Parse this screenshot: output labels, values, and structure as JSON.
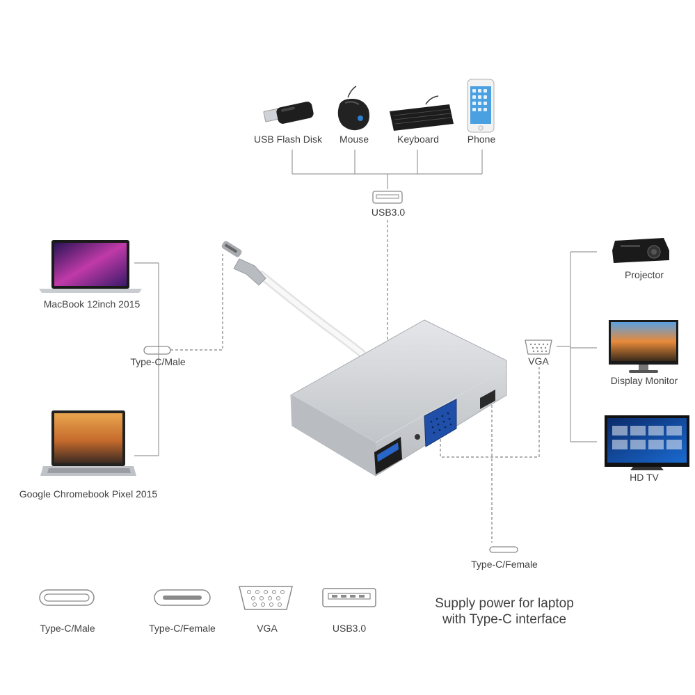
{
  "usb_devices": {
    "flash_disk": "USB Flash Disk",
    "mouse": "Mouse",
    "keyboard": "Keyboard",
    "phone": "Phone"
  },
  "ports": {
    "usb3": "USB3.0",
    "type_c_male": "Type-C/Male",
    "vga": "VGA",
    "type_c_female": "Type-C/Female"
  },
  "laptops": {
    "macbook": "MacBook 12inch 2015",
    "chromebook": "Google Chromebook Pixel 2015"
  },
  "displays": {
    "projector": "Projector",
    "monitor": "Display Monitor",
    "hdtv": "HD TV"
  },
  "power_note": {
    "line1": "Supply power for laptop",
    "line2": "with Type-C interface"
  },
  "legend": {
    "type_c_male": "Type-C/Male",
    "type_c_female": "Type-C/Female",
    "vga": "VGA",
    "usb3": "USB3.0"
  },
  "colors": {
    "solid_line": "#9a9a9a",
    "dashed_line": "#808080",
    "adapter_body": "#c9ccd0",
    "vga_port": "#1f4fa8",
    "usb_port": "#2a66c8"
  }
}
